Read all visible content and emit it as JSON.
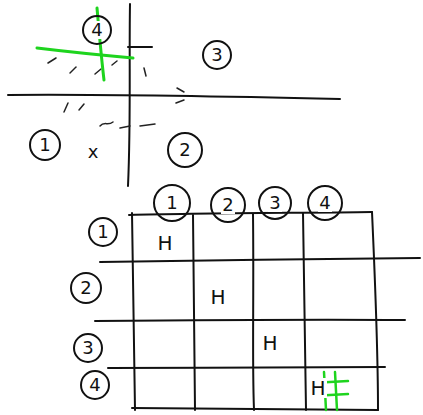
{
  "diagram": {
    "nodes": [
      {
        "text": [
          "4"
        ]
      },
      {
        "text": [
          "3"
        ]
      },
      {
        "text": [
          "1"
        ]
      },
      {
        "text": [
          "2"
        ]
      },
      {
        "text": [
          "1"
        ]
      },
      {
        "text": [
          "2"
        ]
      },
      {
        "text": [
          "3"
        ]
      },
      {
        "text": [
          "4"
        ]
      },
      {
        "text": [
          "1"
        ]
      },
      {
        "text": [
          "2"
        ]
      },
      {
        "text": [
          "3"
        ]
      },
      {
        "text": [
          "4"
        ]
      }
    ],
    "labels": [
      "x",
      "H",
      "H",
      "H",
      "H"
    ]
  }
}
